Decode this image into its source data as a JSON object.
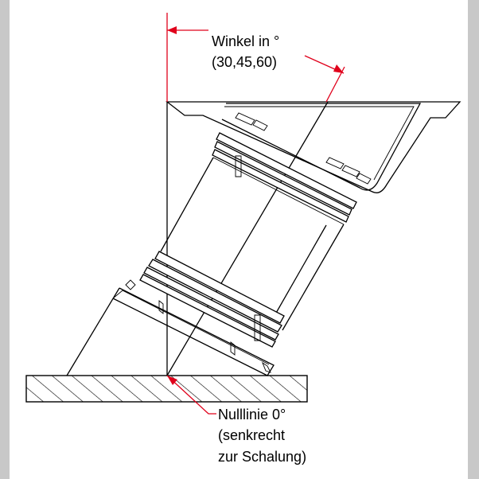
{
  "labels": {
    "angle_line1": "Winkel in °",
    "angle_line2": "(30,45,60)",
    "zero_line1": "Nulllinie 0°",
    "zero_line2": "(senkrecht",
    "zero_line3": "zur Schalung)"
  },
  "colors": {
    "annotation": "#e0001b",
    "lines": "#000000",
    "background": "#ffffff",
    "border": "#c8c8c8"
  }
}
